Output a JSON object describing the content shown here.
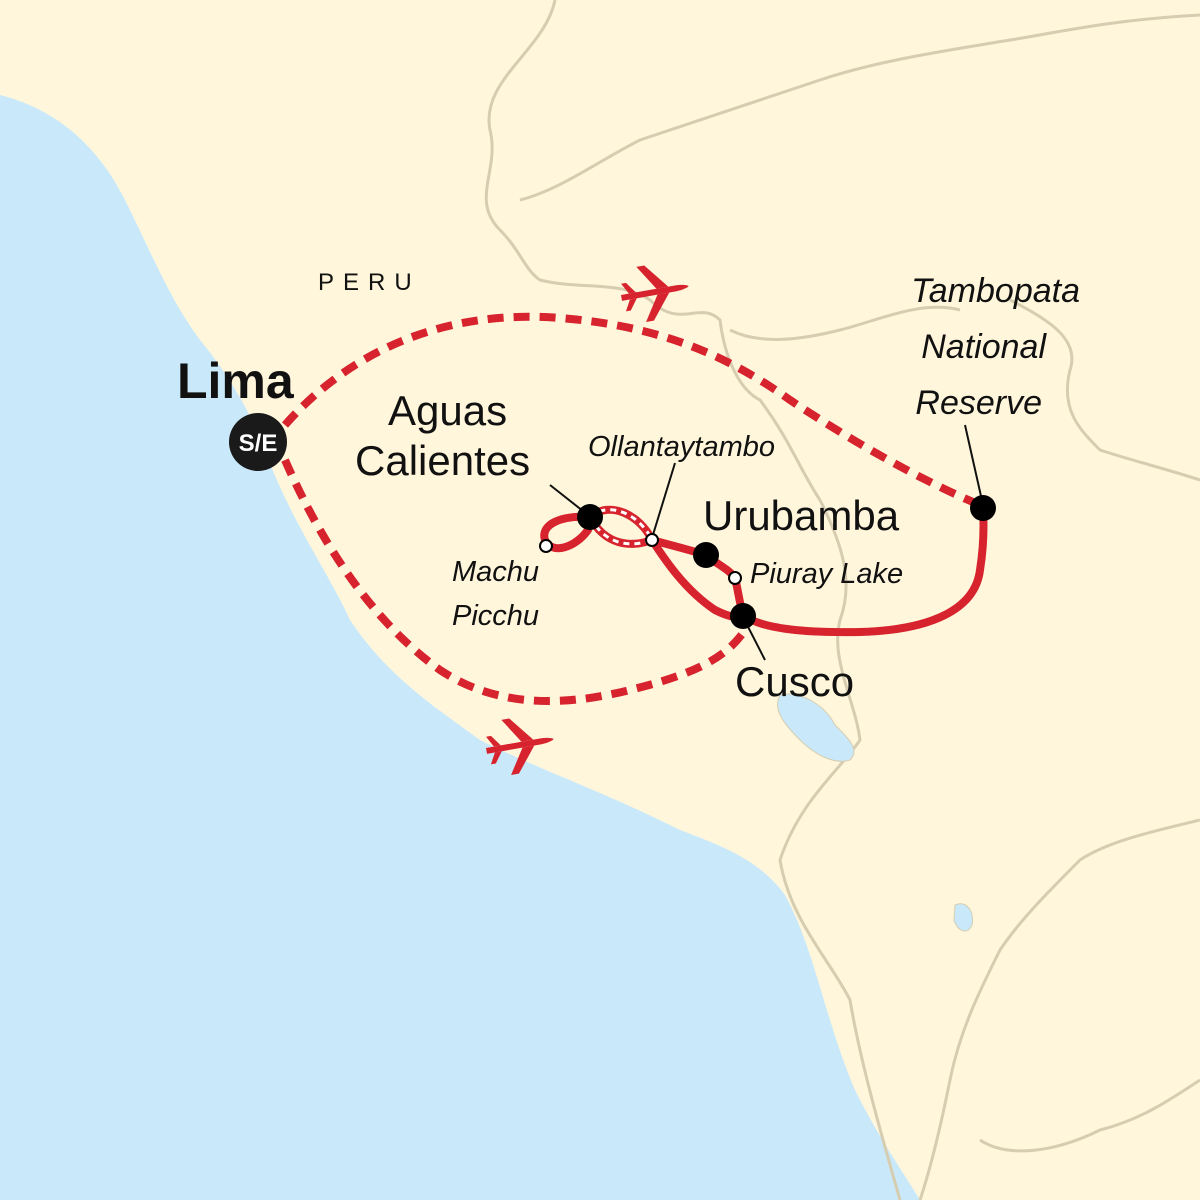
{
  "map": {
    "country_label": "PERU",
    "start_end_marker": "S/E",
    "colors": {
      "land": "#fff6db",
      "ocean": "#c9e9fa",
      "borders": "#d6cdb0",
      "route": "#d7232e",
      "stop": "#000000"
    },
    "places": {
      "lima": "Lima",
      "aguas_line1": "Aguas",
      "aguas_line2": "Calientes",
      "ollantaytambo": "Ollantaytambo",
      "machu_line1": "Machu",
      "machu_line2": "Picchu",
      "urubamba": "Urubamba",
      "piuray": "Piuray Lake",
      "cusco": "Cusco",
      "tambopata_line1": "Tambopata",
      "tambopata_line2": "National",
      "tambopata_line3": "Reserve"
    },
    "legend_icons": [
      "plane-icon",
      "plane-icon"
    ]
  }
}
